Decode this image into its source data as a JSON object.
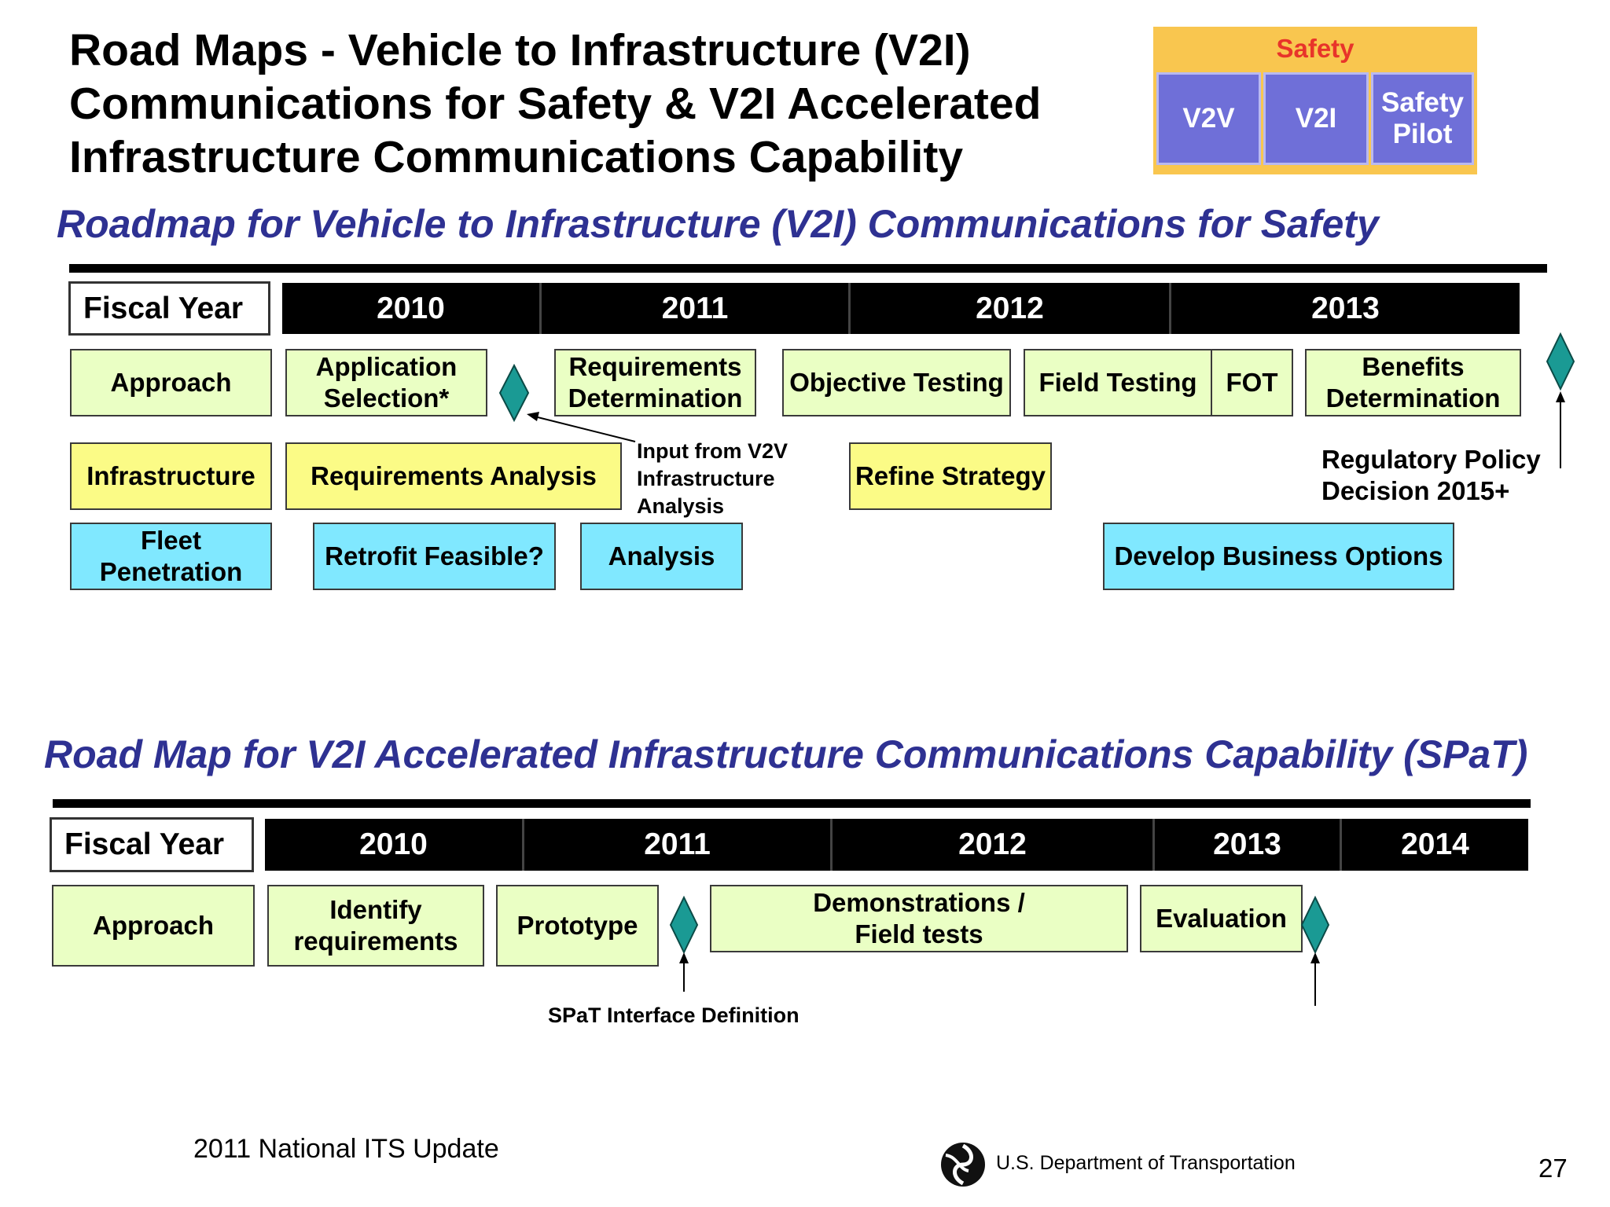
{
  "title": {
    "lines": [
      "Road Maps - Vehicle to Infrastructure (V2I)",
      "Communications for Safety & V2I Accelerated",
      "Infrastructure Communications Capability"
    ]
  },
  "legend": {
    "header": "Safety",
    "cells": [
      "V2V",
      "V2I",
      "Safety Pilot"
    ],
    "colors": {
      "header_bg": "#f9c64f",
      "header_text": "#e8342a",
      "cell_bg": "#6f6fd8"
    }
  },
  "roadmap1": {
    "heading": "Roadmap for Vehicle to Infrastructure (V2I) Communications for Safety",
    "fiscal_year_label": "Fiscal Year",
    "years": [
      "2010",
      "2011",
      "2012",
      "2013"
    ],
    "approach": {
      "label": "Approach",
      "items": [
        "Application Selection*",
        "Requirements Determination",
        "Objective Testing",
        "Field Testing",
        "FOT",
        "Benefits Determination"
      ]
    },
    "infrastructure": {
      "label": "Infrastructure",
      "items": [
        "Requirements Analysis",
        "Refine Strategy"
      ]
    },
    "fleet": {
      "label": "Fleet Penetration",
      "items": [
        "Retrofit Feasible?",
        "Analysis",
        "Develop Business Options"
      ]
    },
    "notes": {
      "input_from_v2v": "Input from V2V Infrastructure Analysis",
      "regulatory": "Regulatory Policy Decision 2015+"
    }
  },
  "roadmap2": {
    "heading": "Road Map for V2I Accelerated Infrastructure Communications Capability (SPaT)",
    "fiscal_year_label": "Fiscal Year",
    "years": [
      "2010",
      "2011",
      "2012",
      "2013",
      "2014"
    ],
    "approach": {
      "label": "Approach",
      "items": [
        "Identify requirements",
        "Prototype",
        "Demonstrations / Field tests",
        "Evaluation"
      ]
    },
    "notes": {
      "spat_interface": "SPaT  Interface Definition"
    }
  },
  "footer": {
    "left": "2011 National ITS Update",
    "agency": "U.S. Department of Transportation",
    "page": "27"
  },
  "colors": {
    "heading_blue": "#2e3192",
    "approach_green": "#eaffc4",
    "infrastructure_yellow": "#fbfb86",
    "fleet_cyan": "#80e8ff",
    "milestone_teal": "#1a9a94"
  }
}
